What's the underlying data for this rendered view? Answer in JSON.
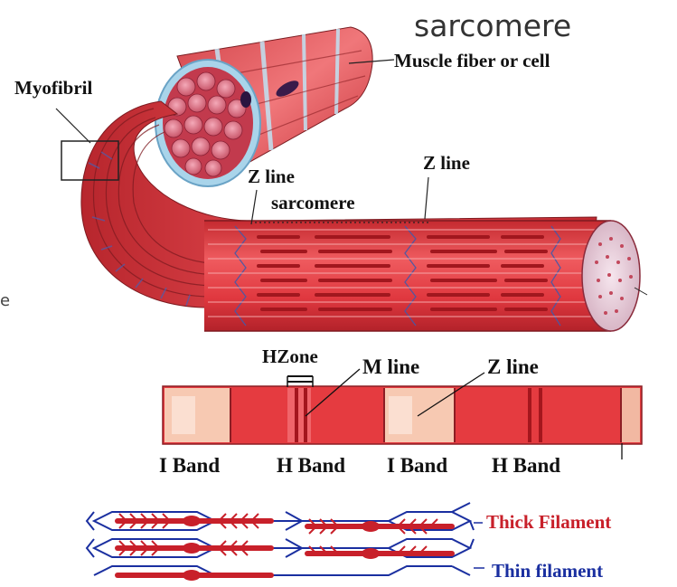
{
  "title": "sarcomere",
  "labels": {
    "muscle_fiber": "Muscle fiber or cell",
    "myofibril": "Myofibril",
    "z_line_left": "Z line",
    "z_line_right": "Z line",
    "sarcomere": "sarcomere",
    "h_zone": "HZone",
    "m_line": "M line",
    "z_line_band": "Z line",
    "i_band_1": "I Band",
    "h_band_1": "H Band",
    "i_band_2": "I Band",
    "h_band_2": "H Band",
    "thick_filament": "Thick Filament",
    "thin_filament": "Thin filament",
    "edge_fragment": "e"
  },
  "colors": {
    "muscle_red": "#e0383f",
    "dark_red": "#a3151c",
    "light_band": "#f7c9b2",
    "thick_filament": "#c8202a",
    "thin_filament": "#1a2fa0",
    "sheath": "#a9d4ea"
  }
}
